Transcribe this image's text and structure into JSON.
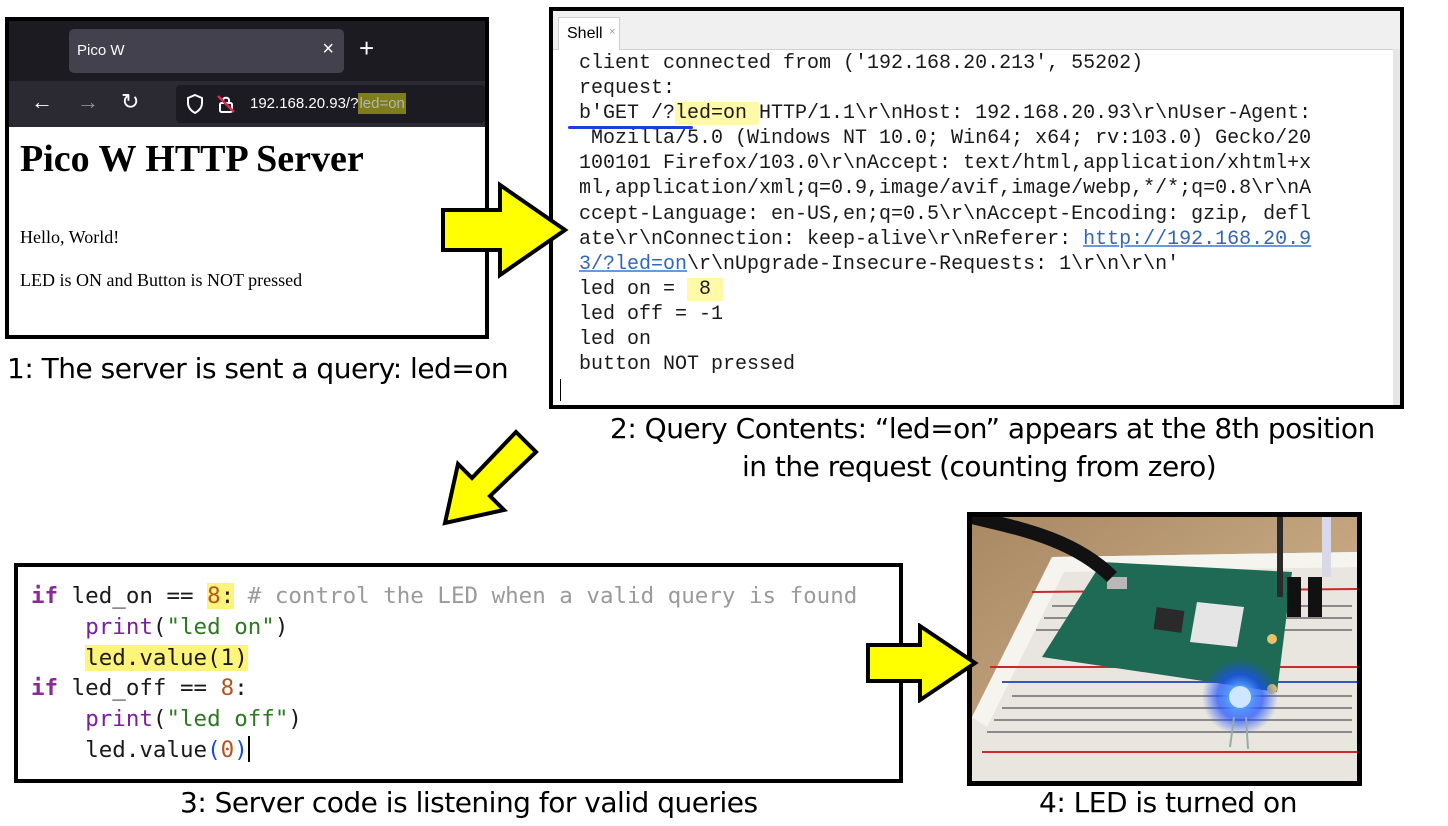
{
  "browser": {
    "tab_title": "Pico W",
    "tab_close": "×",
    "new_tab": "+",
    "url_host": "192.168.20.93/?",
    "url_query": "led=on",
    "heading": "Pico W HTTP Server",
    "line1": "Hello, World!",
    "line2": "LED is ON and Button is NOT pressed"
  },
  "captions": {
    "c1": "1: The server is sent a query: led=on",
    "c2_line1": "2: Query Contents: “led=on” appears at the 8th position",
    "c2_line2": "in the request (counting from zero)",
    "c3": "3: Server code is listening for valid queries",
    "c4": "4: LED is turned on"
  },
  "shell": {
    "tab_label": "Shell",
    "tab_close": "×",
    "l1": "client connected from ('192.168.20.213', 55202)",
    "l2": "request:",
    "l3_a": "b'GET /?",
    "l3_hl": "led=on ",
    "l3_b": "HTTP/1.1\\r\\nHost: 192.168.20.93\\r\\nUser-Agent:",
    "l4": " Mozilla/5.0 (Windows NT 10.0; Win64; x64; rv:103.0) Gecko/20",
    "l5": "100101 Firefox/103.0\\r\\nAccept: text/html,application/xhtml+x",
    "l6": "ml,application/xml;q=0.9,image/avif,image/webp,*/*;q=0.8\\r\\nA",
    "l7": "ccept-Language: en-US,en;q=0.5\\r\\nAccept-Encoding: gzip, defl",
    "l8_a": "ate\\r\\nConnection: keep-alive\\r\\nReferer: ",
    "l8_link": "http://192.168.20.9",
    "l9_link": "3/?led=on",
    "l9_b": "\\r\\nUpgrade-Insecure-Requests: 1\\r\\n\\r\\n'",
    "l10_a": "led on = ",
    "l10_hl": "8",
    "l11": "led off = -1",
    "l12": "led on",
    "l13": "button NOT pressed"
  },
  "code": {
    "if1": "if",
    "var1": " led_on == ",
    "num1": "8",
    "colon1": ":",
    "comment1": " # control the LED when a valid query is found",
    "indent": "    ",
    "print1_fn": "print",
    "print1_arg": "\"led on\"",
    "value1": "led.value(1)",
    "if2": "if",
    "var2": " led_off == ",
    "num2": "8",
    "colon2": ":",
    "print2_fn": "print",
    "print2_arg": "\"led off\"",
    "value2_a": "led.value",
    "value2_num": "0",
    "open_paren": "(",
    "close_paren": ")"
  },
  "colors": {
    "arrow_fill": "#ffff00",
    "highlight": "#fff47a",
    "keyword": "#8a2a96",
    "string": "#2b7a20",
    "number": "#b3541e"
  }
}
